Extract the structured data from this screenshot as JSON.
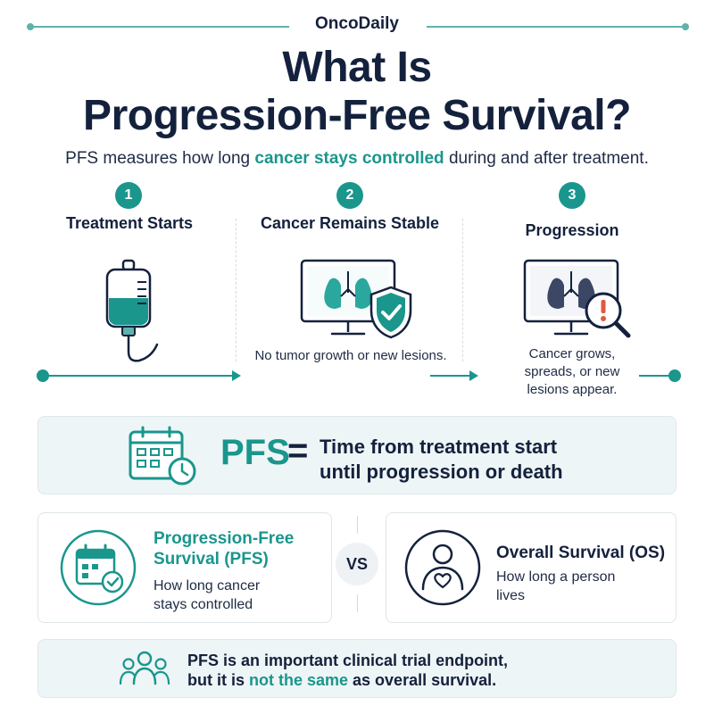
{
  "brand": "OncoDaily",
  "title_line1": "What Is",
  "title_line2": "Progression-Free Survival?",
  "subtitle": {
    "before": "PFS measures how long ",
    "highlight": "cancer stays controlled",
    "after": " during and after treatment."
  },
  "steps": [
    {
      "number": "1",
      "title": "Treatment Starts",
      "desc": ""
    },
    {
      "number": "2",
      "title": "Cancer Remains Stable",
      "desc": "No tumor growth or new lesions."
    },
    {
      "number": "3",
      "title": "Progression",
      "desc": "Cancer grows, spreads, or new lesions appear."
    }
  ],
  "definition": {
    "term": "PFS",
    "equals": "=",
    "line1": "Time from treatment start",
    "line2": "until progression or death"
  },
  "compare": {
    "left": {
      "title_line1": "Progression-Free",
      "title_line2": "Survival (PFS)",
      "desc_line1": "How long cancer",
      "desc_line2": "stays controlled"
    },
    "vs": "VS",
    "right": {
      "title": "Overall Survival (OS)",
      "desc_line1": "How long a person",
      "desc_line2": "lives"
    }
  },
  "footer": {
    "line1": "PFS is an important clinical trial endpoint,",
    "line2_before": "but it is ",
    "line2_highlight": "not the same",
    "line2_after": " as overall survival."
  },
  "colors": {
    "teal": "#1a968d",
    "navy": "#14213d",
    "panel": "#eef5f6"
  },
  "icons": [
    "iv-bag-icon",
    "lungs-monitor-icon",
    "shield-check-icon",
    "magnifier-alert-icon",
    "calendar-clock-icon",
    "calendar-check-icon",
    "person-heart-icon",
    "people-group-icon"
  ]
}
